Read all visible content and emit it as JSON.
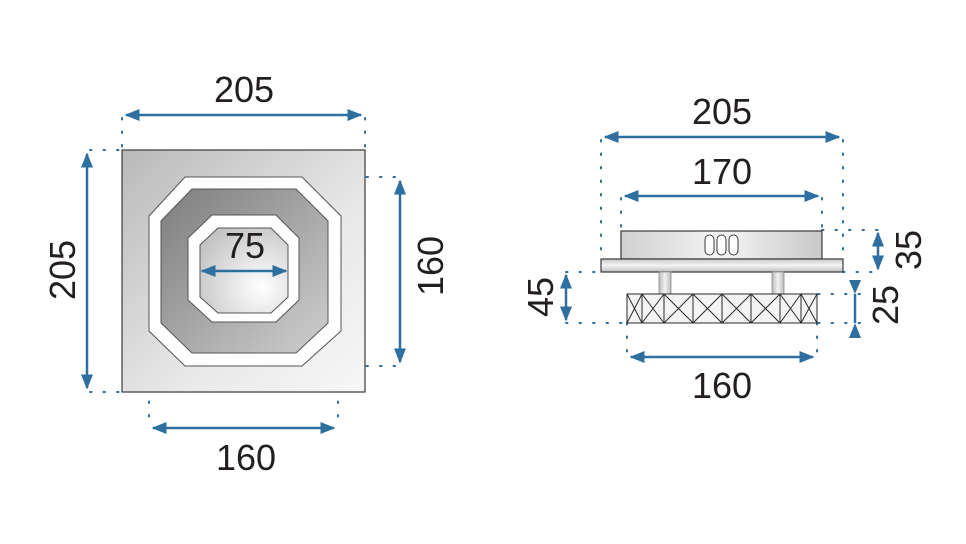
{
  "colors": {
    "dimension_line": "#2e6fa0",
    "outline": "#3a3a3a",
    "text": "#231f20",
    "background": "#ffffff"
  },
  "top_view": {
    "overall_width": "205",
    "overall_height": "205",
    "octagon_outer_height": "160",
    "octagon_outer_width": "160",
    "inner_octagon_width": "75"
  },
  "side_view": {
    "base_width": "205",
    "top_body_width": "170",
    "top_body_height": "35",
    "total_height": "45",
    "crystal_height": "25",
    "crystal_width": "160"
  }
}
